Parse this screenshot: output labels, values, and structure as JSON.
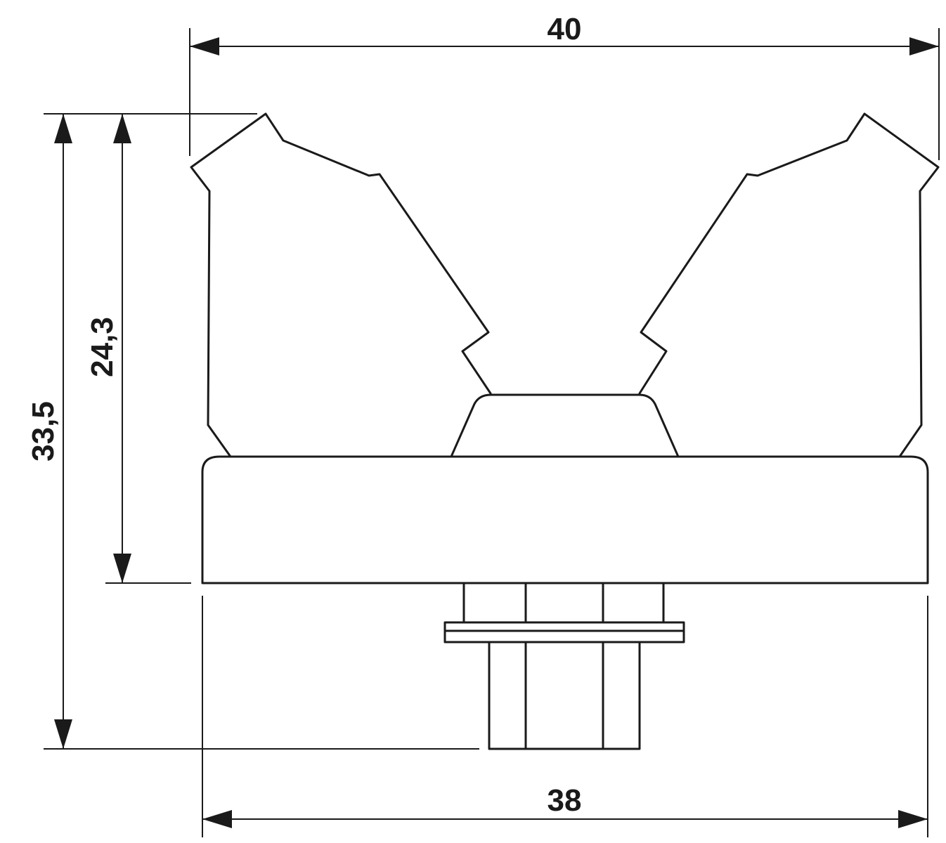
{
  "drawing": {
    "line_color": "#1a1a1a",
    "background": "#ffffff"
  },
  "dimensions": {
    "overall_width": "40",
    "base_width": "38",
    "overall_height": "33,5",
    "body_height": "24,3"
  }
}
